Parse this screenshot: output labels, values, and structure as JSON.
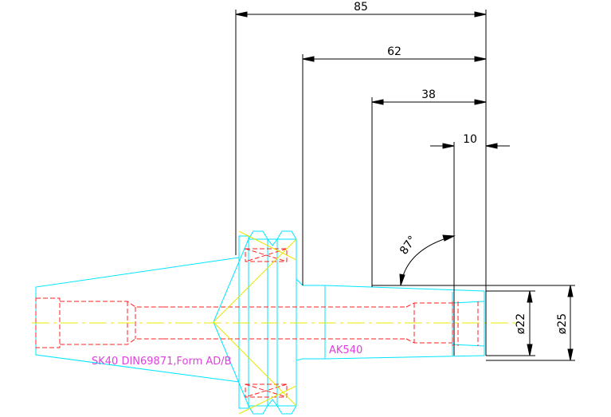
{
  "dimensions": {
    "d85": "85",
    "d62": "62",
    "d38": "38",
    "d10": "10",
    "angle": "87°",
    "dia22": "ø22",
    "dia25": "ø25"
  },
  "labels": {
    "taper_spec": "SK40 DIN69871,Form AD/B",
    "collet_type": "AK540"
  },
  "colors": {
    "outline": "#00e5ff",
    "hidden": "#ff2020",
    "centerline": "#e8e800",
    "dimension": "#000000",
    "annotation": "#e040e0"
  }
}
